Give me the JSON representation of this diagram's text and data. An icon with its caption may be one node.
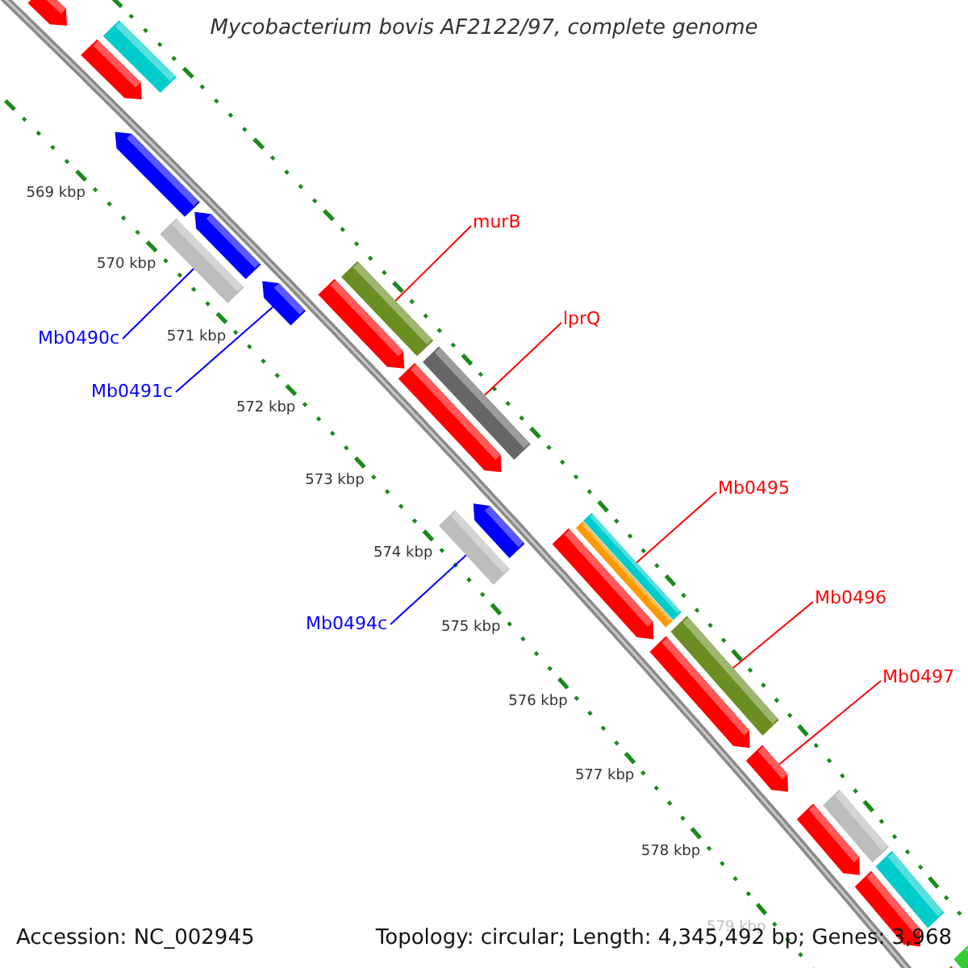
{
  "diagram": {
    "title": "Mycobacterium bovis AF2122/97, complete genome",
    "nodes": [
      {
        "text": [
          "murB"
        ]
      },
      {
        "text": [
          "lprQ"
        ]
      },
      {
        "text": [
          "Mb0495"
        ]
      },
      {
        "text": [
          "Mb0496"
        ]
      },
      {
        "text": [
          "Mb0497"
        ]
      },
      {
        "text": [
          "Mb0490c"
        ]
      },
      {
        "text": [
          "Mb0491c"
        ]
      },
      {
        "text": [
          "Mb0494c"
        ]
      },
      {
        "text": [],
        "shape": "pentagon"
      },
      {
        "text": [],
        "shape": "pentagon"
      },
      {
        "text": [],
        "shape": "bar"
      },
      {
        "text": [],
        "shape": "pentagon"
      },
      {
        "text": [],
        "shape": "bar"
      },
      {
        "text": [],
        "shape": "pentagon"
      },
      {
        "text": [],
        "shape": "pentagon"
      },
      {
        "text": [],
        "shape": "pentagon"
      },
      {
        "text": [],
        "shape": "bar"
      },
      {
        "text": [],
        "shape": "pentagon"
      },
      {
        "text": [],
        "shape": "bar"
      },
      {
        "text": [],
        "shape": "bar"
      },
      {
        "text": [],
        "shape": "pentagon"
      },
      {
        "text": [],
        "shape": "pentagon"
      },
      {
        "text": [],
        "shape": "bar"
      },
      {
        "text": [],
        "shape": "bar"
      },
      {
        "text": [],
        "shape": "pentagon"
      },
      {
        "text": [],
        "shape": "bar"
      },
      {
        "text": [],
        "shape": "pentagon"
      },
      {
        "text": [],
        "shape": "pentagon"
      },
      {
        "text": [],
        "shape": "bar"
      },
      {
        "text": [],
        "shape": "pentagon"
      },
      {
        "text": [],
        "shape": "bar"
      },
      {
        "text": [],
        "shape": "pentagon"
      },
      {
        "text": [],
        "shape": "bar"
      }
    ],
    "edges": [
      {
        "from": 0,
        "to": 16,
        "arrow": "none"
      },
      {
        "from": 1,
        "to": 18,
        "arrow": "none"
      },
      {
        "from": 2,
        "to": 23,
        "arrow": "none"
      },
      {
        "from": 3,
        "to": 25,
        "arrow": "none"
      },
      {
        "from": 4,
        "to": 26,
        "arrow": "none"
      },
      {
        "from": 5,
        "to": 12,
        "arrow": "none",
        "color": "#0000ff"
      },
      {
        "from": 6,
        "to": 14,
        "arrow": "none",
        "color": "#0000ff"
      },
      {
        "from": 7,
        "to": 19,
        "arrow": "none",
        "color": "#0000ff"
      }
    ],
    "labels": [
      "569 kbp",
      "570 kbp",
      "571 kbp",
      "572 kbp",
      "573 kbp",
      "574 kbp",
      "575 kbp",
      "576 kbp",
      "577 kbp",
      "578 kbp",
      "579 kbp",
      "Accession: NC_002945",
      "Topology: circular; Length: 4,345,492 bp; Genes: 3,968"
    ]
  }
}
